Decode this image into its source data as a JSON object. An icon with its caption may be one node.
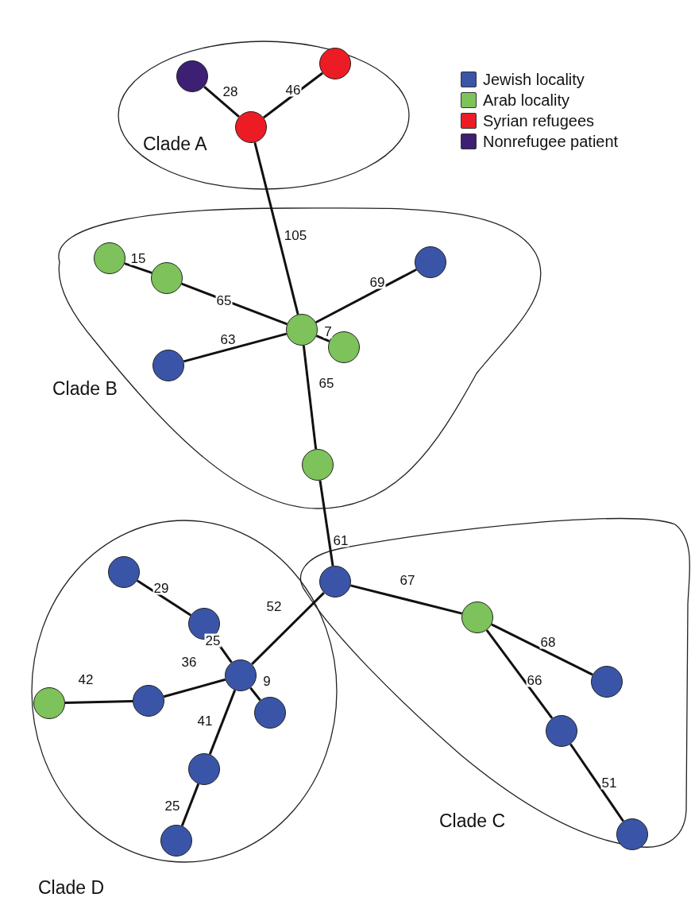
{
  "diagram": {
    "nodes": [
      {
        "text": [
          "Clade A"
        ]
      },
      {
        "text": [],
        "shape": "circle",
        "in": 0
      },
      {
        "text": [],
        "shape": "circle",
        "in": 0
      },
      {
        "text": [],
        "shape": "circle",
        "in": 0
      },
      {
        "text": [
          "Clade B"
        ]
      },
      {
        "text": [],
        "shape": "circle",
        "in": 4
      },
      {
        "text": [],
        "shape": "circle",
        "in": 4
      },
      {
        "text": [],
        "shape": "circle",
        "in": 4
      },
      {
        "text": [],
        "shape": "circle",
        "in": 4
      },
      {
        "text": [],
        "shape": "circle",
        "in": 4
      },
      {
        "text": [],
        "shape": "circle",
        "in": 4
      },
      {
        "text": [],
        "shape": "circle",
        "in": 4
      },
      {
        "text": [
          "Clade C"
        ]
      },
      {
        "text": [],
        "shape": "circle",
        "in": 12
      },
      {
        "text": [],
        "shape": "circle",
        "in": 12
      },
      {
        "text": [],
        "shape": "circle",
        "in": 12
      },
      {
        "text": [],
        "shape": "circle",
        "in": 12
      },
      {
        "text": [],
        "shape": "circle",
        "in": 12
      },
      {
        "text": [
          "Clade D"
        ]
      },
      {
        "text": [],
        "shape": "circle",
        "in": 18
      },
      {
        "text": [],
        "shape": "circle",
        "in": 18
      },
      {
        "text": [],
        "shape": "circle",
        "in": 18
      },
      {
        "text": [],
        "shape": "circle",
        "in": 18
      },
      {
        "text": [],
        "shape": "circle",
        "in": 18
      },
      {
        "text": [],
        "shape": "circle",
        "in": 18
      },
      {
        "text": [],
        "shape": "circle",
        "in": 18
      },
      {
        "text": [],
        "shape": "circle",
        "in": 18
      }
    ],
    "edges": [
      {
        "from": 1,
        "to": 3,
        "arrow": "none",
        "label": "28"
      },
      {
        "from": 2,
        "to": 3,
        "arrow": "none",
        "label": "46"
      },
      {
        "from": 3,
        "to": 8,
        "arrow": "none",
        "label": "105"
      },
      {
        "from": 5,
        "to": 6,
        "arrow": "none",
        "label": "15"
      },
      {
        "from": 6,
        "to": 8,
        "arrow": "none",
        "label": "65"
      },
      {
        "from": 8,
        "to": 7,
        "arrow": "none",
        "label": "69"
      },
      {
        "from": 8,
        "to": 10,
        "arrow": "none",
        "label": "63"
      },
      {
        "from": 8,
        "to": 9,
        "arrow": "none",
        "label": "7"
      },
      {
        "from": 8,
        "to": 11,
        "arrow": "none",
        "label": "65"
      },
      {
        "from": 11,
        "to": 13,
        "arrow": "none",
        "label": "61"
      },
      {
        "from": 13,
        "to": 14,
        "arrow": "none",
        "label": "67"
      },
      {
        "from": 14,
        "to": 15,
        "arrow": "none",
        "label": "68"
      },
      {
        "from": 14,
        "to": 16,
        "arrow": "none",
        "label": "66"
      },
      {
        "from": 16,
        "to": 17,
        "arrow": "none",
        "label": "51"
      },
      {
        "from": 13,
        "to": 21,
        "arrow": "none",
        "label": "52"
      },
      {
        "from": 19,
        "to": 20,
        "arrow": "none",
        "label": "29"
      },
      {
        "from": 20,
        "to": 21,
        "arrow": "none",
        "label": "25"
      },
      {
        "from": 21,
        "to": 22,
        "arrow": "none",
        "label": "36"
      },
      {
        "from": 22,
        "to": 23,
        "arrow": "none",
        "label": "42"
      },
      {
        "from": 21,
        "to": 24,
        "arrow": "none",
        "label": "9"
      },
      {
        "from": 21,
        "to": 25,
        "arrow": "none",
        "label": "41"
      },
      {
        "from": 25,
        "to": 26,
        "arrow": "none",
        "label": "25"
      }
    ],
    "legend": [
      {
        "text": "Jewish locality",
        "color": "#3a55a8"
      },
      {
        "text": "Arab locality",
        "color": "#7dc25a"
      },
      {
        "text": "Syrian refugees",
        "color": "#ed1c24"
      },
      {
        "text": "Nonrefugee patient",
        "color": "#3d1f73"
      }
    ]
  }
}
